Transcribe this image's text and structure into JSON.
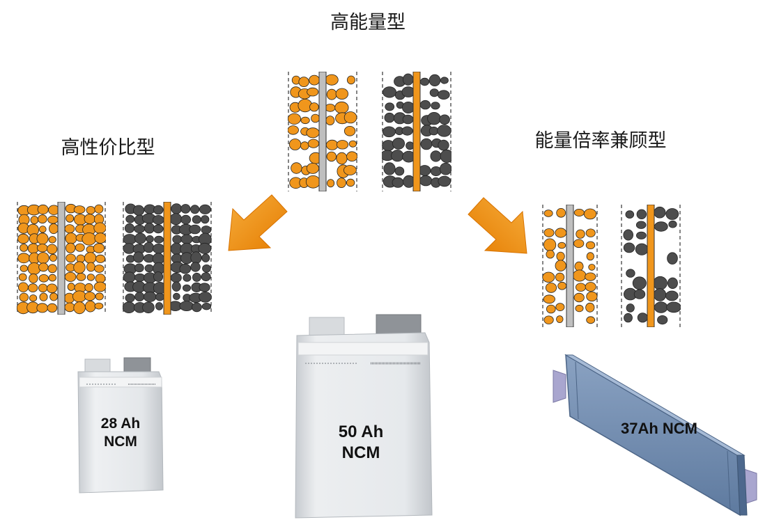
{
  "titles": {
    "high_energy": "高能量型",
    "cost_effective": "高性价比型",
    "energy_rate": "能量倍率兼顾型"
  },
  "cells": {
    "left": {
      "line1": "28 Ah",
      "line2": "NCM"
    },
    "center": {
      "line1": "50 Ah",
      "line2": "NCM"
    },
    "right": {
      "line1": "37Ah NCM"
    }
  },
  "colors": {
    "cathode_particle": "#f0961c",
    "anode_particle": "#4d4d4d",
    "cathode_collector": "#bfbfbf",
    "anode_collector": "#f0961c",
    "arrow": "#f08c0a",
    "right_cell_body": "#6f8aad"
  }
}
